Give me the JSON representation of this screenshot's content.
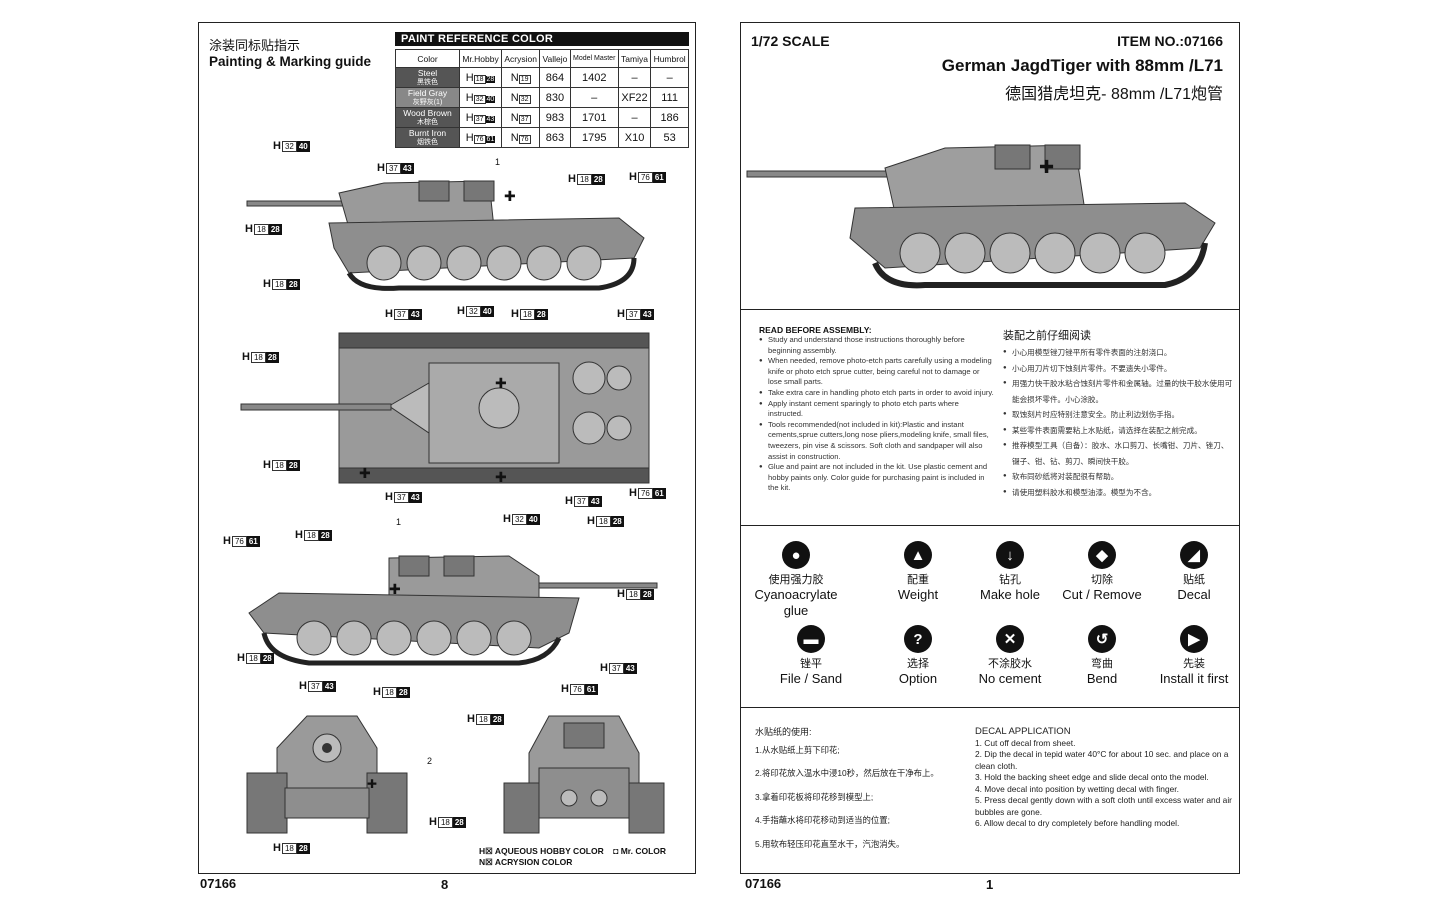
{
  "left_page": {
    "title_cn": "涂装同标贴指示",
    "title_en": "Painting & Marking guide",
    "reference_header": "PAINT  REFERENCE COLOR",
    "columns": [
      "Color",
      "Mr.Hobby",
      "Acrysion",
      "Vallejo",
      "Model Master",
      "Tamiya",
      "Humbrol"
    ],
    "rows": [
      {
        "name": "Steel",
        "cn": "黑铁色",
        "h": "18",
        "h2": "28",
        "n": "19",
        "vallejo": "864",
        "mm": "1402",
        "tamiya": "–",
        "humbrol": "–"
      },
      {
        "name": "Field Gray",
        "cn": "灰野灰(1)",
        "h": "32",
        "h2": "40",
        "n": "32",
        "vallejo": "830",
        "mm": "–",
        "tamiya": "XF22",
        "humbrol": "111"
      },
      {
        "name": "Wood Brown",
        "cn": "木棕色",
        "h": "37",
        "h2": "43",
        "n": "37",
        "vallejo": "983",
        "mm": "1701",
        "tamiya": "–",
        "humbrol": "186"
      },
      {
        "name": "Burnt Iron",
        "cn": "烟铁色",
        "h": "76",
        "h2": "61",
        "n": "76",
        "vallejo": "863",
        "mm": "1795",
        "tamiya": "X10",
        "humbrol": "53"
      }
    ],
    "h_prefix": "H",
    "n_prefix": "N",
    "markers": {
      "m1": "1",
      "m2": "1",
      "m3": "2"
    },
    "callouts": [
      {
        "a": "32",
        "b": "40"
      },
      {
        "a": "37",
        "b": "43"
      },
      {
        "a": "18",
        "b": "28"
      },
      {
        "a": "76",
        "b": "61"
      },
      {
        "a": "18",
        "b": "28"
      },
      {
        "a": "18",
        "b": "28"
      },
      {
        "a": "37",
        "b": "43"
      },
      {
        "a": "32",
        "b": "40"
      },
      {
        "a": "18",
        "b": "28"
      },
      {
        "a": "37",
        "b": "43"
      },
      {
        "a": "18",
        "b": "28"
      },
      {
        "a": "18",
        "b": "28"
      },
      {
        "a": "37",
        "b": "43"
      },
      {
        "a": "37",
        "b": "43"
      },
      {
        "a": "76",
        "b": "61"
      },
      {
        "a": "18",
        "b": "28"
      },
      {
        "a": "76",
        "b": "61"
      },
      {
        "a": "18",
        "b": "28"
      },
      {
        "a": "32",
        "b": "40"
      },
      {
        "a": "18",
        "b": "28"
      },
      {
        "a": "18",
        "b": "28"
      },
      {
        "a": "37",
        "b": "43"
      },
      {
        "a": "37",
        "b": "43"
      },
      {
        "a": "18",
        "b": "28"
      },
      {
        "a": "76",
        "b": "61"
      },
      {
        "a": "18",
        "b": "28"
      },
      {
        "a": "18",
        "b": "28"
      },
      {
        "a": "18",
        "b": "28"
      }
    ],
    "legend_h": "AQUEOUS HOBBY COLOR",
    "legend_n": "ACRYSION COLOR",
    "legend_m": "Mr. COLOR",
    "footer_item": "07166",
    "footer_page": "8"
  },
  "right_page": {
    "scale": "1/72 SCALE",
    "item_no": "ITEM NO.:07166",
    "title_en": "German JagdTiger with 88mm /L71",
    "title_cn": "德国猎虎坦克- 88mm /L71炮管",
    "read_before_title": "READ BEFORE ASSEMBLY:",
    "read_before": [
      "Study and understand those instructions thoroughly before beginning assembly.",
      "When needed, remove photo-etch parts carefully using a modeling knife or photo etch sprue cutter, being careful not to damage or lose small parts.",
      "Take extra care in handling photo etch parts in order to avoid injury.",
      "Apply instant cement sparingly to photo etch parts where instructed.",
      "Tools recommended(not included in kit):Plastic and instant cements,sprue cutters,long nose pliers,modeling knife, small files, tweezers, pin vise & scissors. Soft cloth and sandpaper will also assist in construction.",
      "Glue and paint are not included in the kit. Use plastic cement and hobby paints only. Color guide for purchasing paint is included in the kit."
    ],
    "cn_title": "装配之前仔细阅读",
    "cn_items": [
      "小心用模型锉刀锉平所有零件表面的注射浇口。",
      "小心用刀片切下蚀刻片零件。不要遗失小零件。",
      "用强力快干胶水粘合蚀刻片零件和金属轴。过量的快干胶水使用可能会损坏零件。小心涂胶。",
      "取蚀刻片时应特别注意安全。防止利边划伤手指。",
      "某些零件表面需要粘上水贴纸，请选择在装配之前完成。",
      "推荐模型工具（自备）：胶水、水口剪刀、长嘴钳、刀片、锉刀、镊子、钳、钻、剪刀、瞬间快干胶。",
      "软布同砂纸将对装配很有帮助。",
      "请使用塑料胶水和模型油漆。模型为不含。"
    ],
    "symbols": [
      {
        "cn": "使用强力胶",
        "en": "Cyanoacrylate glue",
        "glyph": "●"
      },
      {
        "cn": "配重",
        "en": "Weight",
        "glyph": "▲"
      },
      {
        "cn": "钻孔",
        "en": "Make hole",
        "glyph": "↓"
      },
      {
        "cn": "切除",
        "en": "Cut / Remove",
        "glyph": "◆"
      },
      {
        "cn": "贴纸",
        "en": "Decal",
        "glyph": "◢"
      },
      {
        "cn": "锉平",
        "en": "File / Sand",
        "glyph": "▬"
      },
      {
        "cn": "选择",
        "en": "Option",
        "glyph": "?"
      },
      {
        "cn": "不涂胶水",
        "en": "No cement",
        "glyph": "✕"
      },
      {
        "cn": "弯曲",
        "en": "Bend",
        "glyph": "↺"
      },
      {
        "cn": "先装",
        "en": "Install it first",
        "glyph": "▶"
      }
    ],
    "decal_cn_title": "水贴纸的使用:",
    "decal_cn": [
      "1.从水贴纸上剪下印花;",
      "2.将印花放入温水中浸10秒，然后放在干净布上。",
      "3.拿着印花板将印花移到模型上;",
      "4.手指蘸水将印花移动到适当的位置;",
      "5.用软布轻压印花直至水干，汽泡消失。"
    ],
    "decal_en_title": "DECAL APPLICATION",
    "decal_en": [
      "1. Cut off decal from sheet.",
      "2. Dip the decal in tepid water 40°C for about 10 sec. and place on a clean cloth.",
      "3. Hold the backing sheet edge and slide decal onto the model.",
      "4. Move decal into position by wetting decal with finger.",
      "5. Press decal gently down with a soft cloth until excess water and air bubbles are gone.",
      "6. Allow decal to dry completely before handling model."
    ],
    "footer_item": "07166",
    "footer_page": "1"
  },
  "colors": {
    "tank_fill": "#9a9a9a",
    "tank_dark": "#555555",
    "ink": "#111111"
  }
}
